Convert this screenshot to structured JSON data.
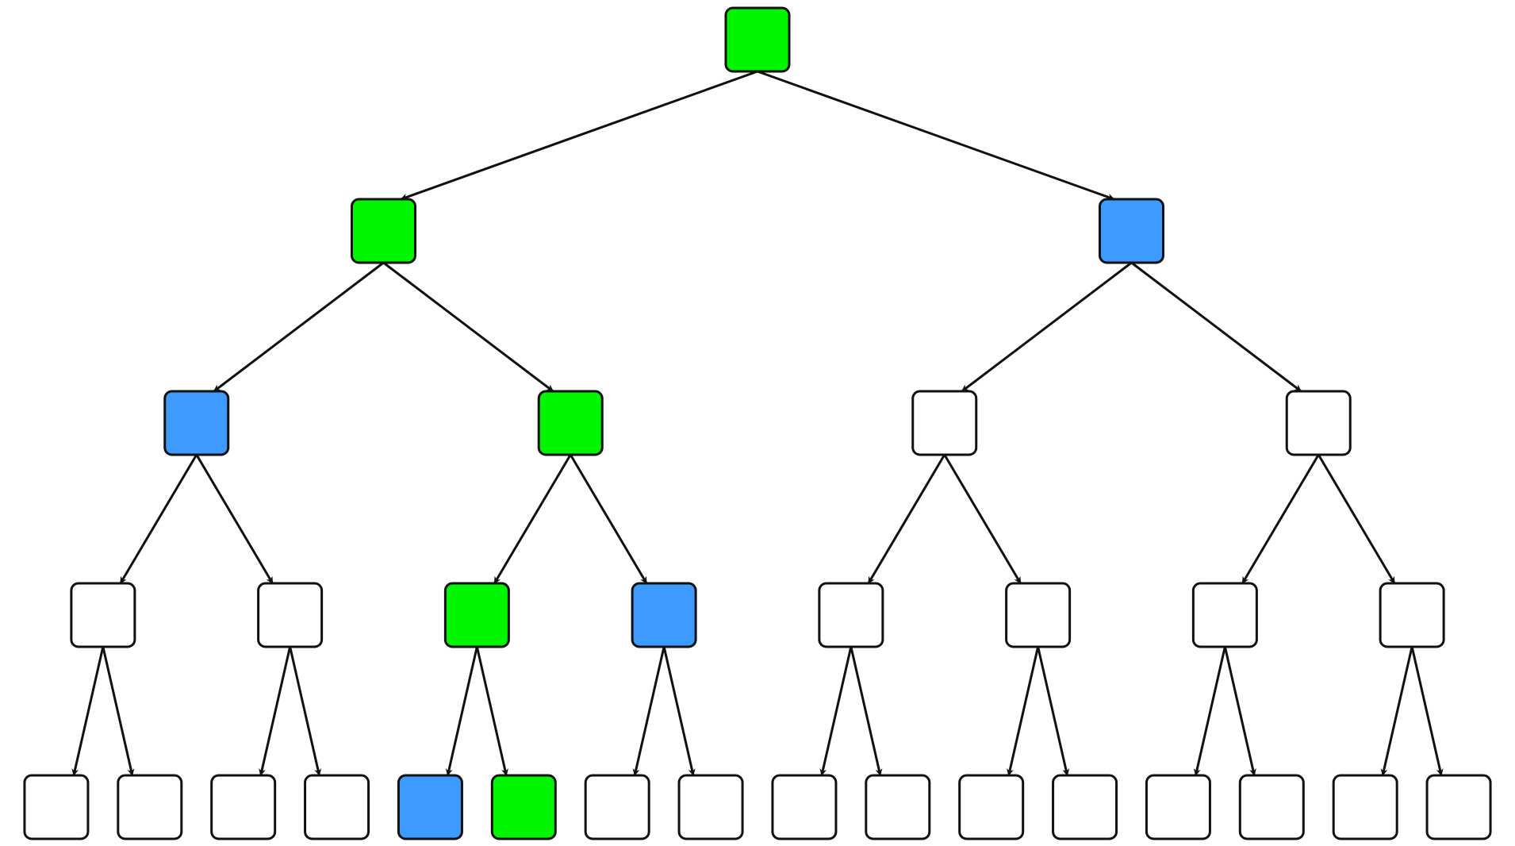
{
  "colors": {
    "green": "#00f500",
    "blue": "#3d9bff",
    "empty": "#ffffff",
    "stroke": "#111111"
  },
  "tree": {
    "levels": [
      [
        "green"
      ],
      [
        "green",
        "blue"
      ],
      [
        "blue",
        "green",
        "empty",
        "empty"
      ],
      [
        "empty",
        "empty",
        "green",
        "blue",
        "empty",
        "empty",
        "empty",
        "empty"
      ],
      [
        "empty",
        "empty",
        "empty",
        "empty",
        "blue",
        "green",
        "empty",
        "empty",
        "empty",
        "empty",
        "empty",
        "empty",
        "empty",
        "empty",
        "empty",
        "empty"
      ]
    ]
  }
}
